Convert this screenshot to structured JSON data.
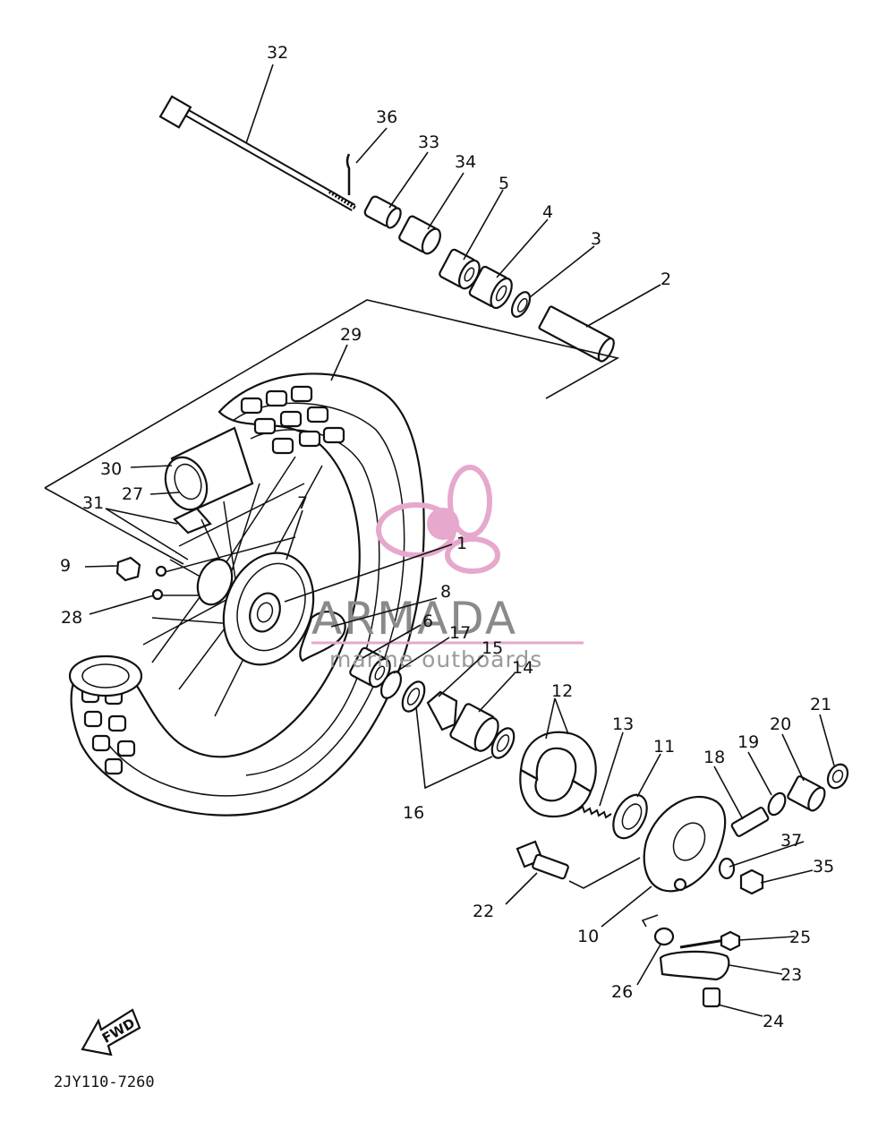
{
  "diagram_code": "2JY110-7260",
  "watermark": {
    "brand": "ARMADA",
    "tagline": "marine outboards",
    "accent": "#e6a8cc"
  },
  "direction_label": "FWD",
  "callouts": [
    "1",
    "2",
    "3",
    "4",
    "5",
    "6",
    "7",
    "8",
    "9",
    "10",
    "11",
    "12",
    "13",
    "14",
    "15",
    "16",
    "17",
    "18",
    "19",
    "20",
    "21",
    "22",
    "23",
    "24",
    "25",
    "26",
    "27",
    "28",
    "29",
    "30",
    "31",
    "32",
    "33",
    "34",
    "35",
    "36",
    "37"
  ]
}
